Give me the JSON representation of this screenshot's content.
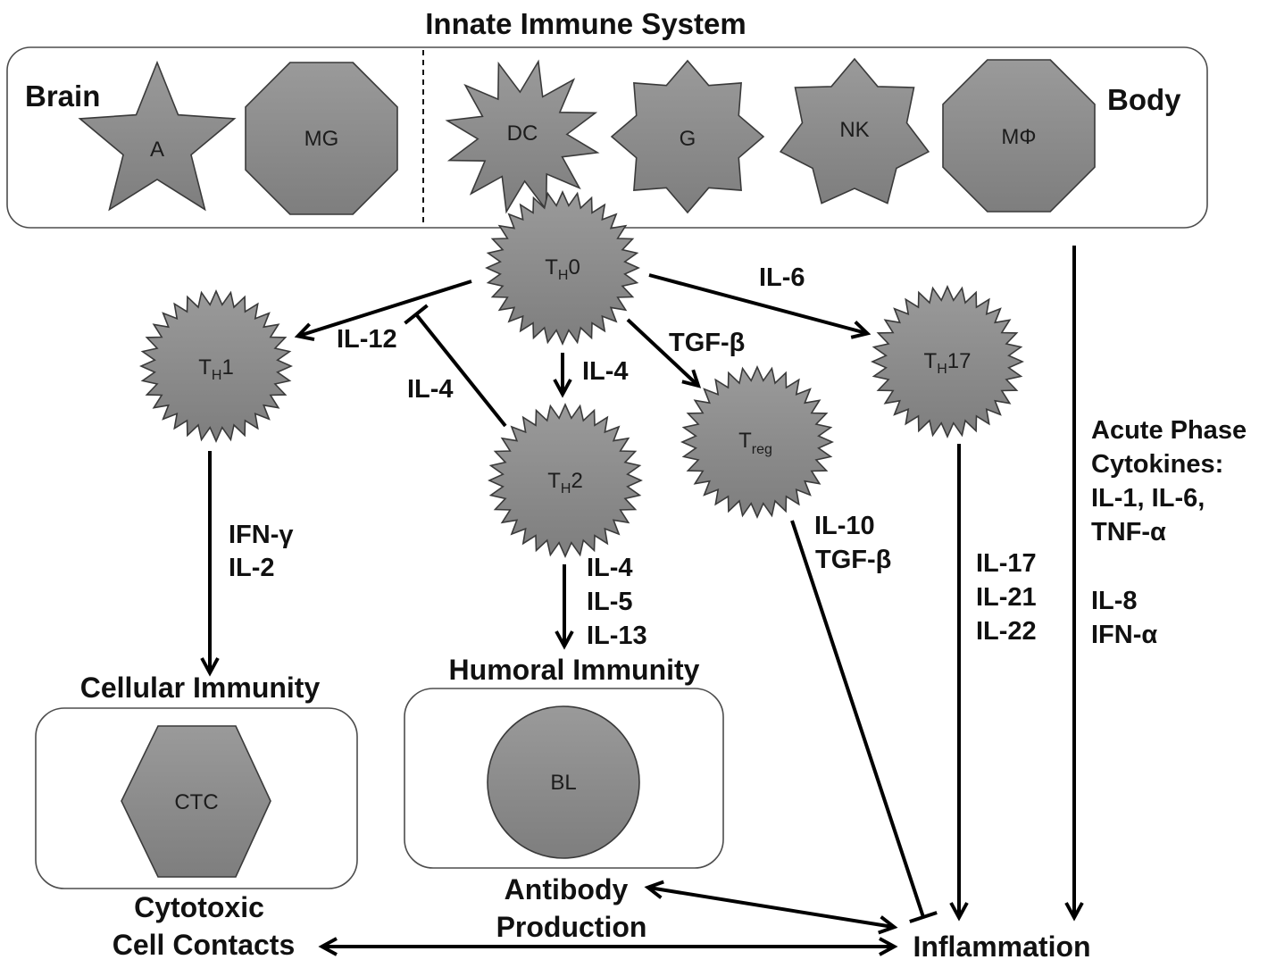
{
  "title": "Innate Immune System",
  "innate": {
    "brain_label": "Brain",
    "body_label": "Body",
    "cells": {
      "a": "A",
      "mg": "MG",
      "dc": "DC",
      "g": "G",
      "nk": "NK",
      "mphi": "MΦ"
    }
  },
  "t_cells": {
    "th0": {
      "main": "T",
      "sub": "H",
      "tail": "0"
    },
    "th1": {
      "main": "T",
      "sub": "H",
      "tail": "1"
    },
    "th2": {
      "main": "T",
      "sub": "H",
      "tail": "2"
    },
    "treg": {
      "main": "T",
      "sub": "reg"
    },
    "th17": {
      "main": "T",
      "sub": "H",
      "tail": "17"
    }
  },
  "signals": {
    "th0_to_th1": "IL-12",
    "th0_to_th2": "IL-4",
    "th2_inhibits_th1": "IL-4",
    "th0_to_treg": "TGF-β",
    "th0_to_th17": "IL-6",
    "th1_out": [
      "IFN-γ",
      "IL-2"
    ],
    "th2_out": [
      "IL-4",
      "IL-5",
      "IL-13"
    ],
    "treg_out": [
      "IL-10",
      "TGF-β"
    ],
    "th17_out": [
      "IL-17",
      "IL-21",
      "IL-22"
    ],
    "acute_phase": [
      "Acute Phase",
      "Cytokines:",
      "IL-1, IL-6,",
      "TNF-α"
    ],
    "other_innate": [
      "IL-8",
      "IFN-α"
    ]
  },
  "outcomes": {
    "cellular": {
      "title": "Cellular Immunity",
      "cell": "CTC",
      "effect": [
        "Cytotoxic",
        "Cell Contacts"
      ]
    },
    "humoral": {
      "title": "Humoral Immunity",
      "cell": "BL",
      "effect": [
        "Antibody",
        "Production"
      ]
    },
    "inflammation": "Inflammation"
  },
  "colors": {
    "cell_fill_top": "#9a9a9a",
    "cell_fill_bottom": "#7e7e7e",
    "cell_stroke": "#3a3a3a",
    "line": "#000000",
    "box_stroke": "#4d4d4d"
  }
}
